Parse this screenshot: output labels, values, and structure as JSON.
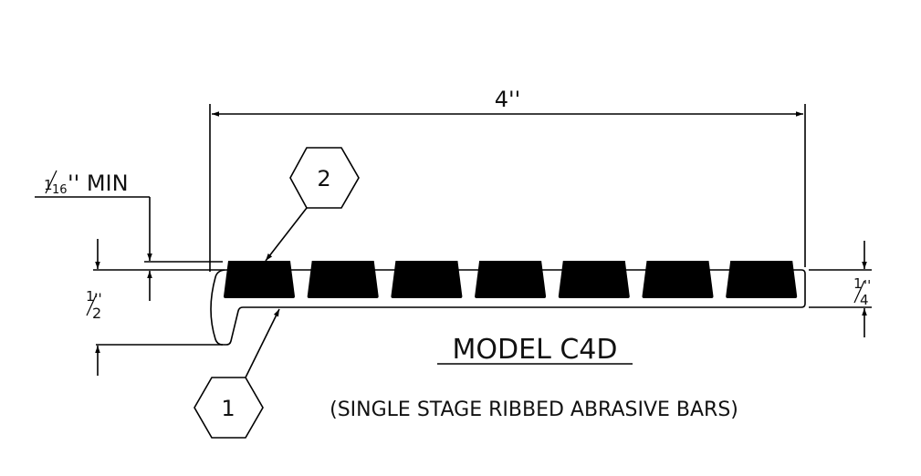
{
  "title": "MODEL C4D",
  "subtitle": "(SINGLE STAGE RIBBED ABRASIVE BARS)",
  "dimensions": {
    "overall_width": "4''",
    "min_projection_num": "1",
    "min_projection_den": "16",
    "min_projection_suffix": "'' MIN",
    "height_num": "1",
    "height_den": "2",
    "height_suffix": "''",
    "thickness_num": "1",
    "thickness_den": "4",
    "thickness_suffix": "''"
  },
  "balloons": [
    {
      "label": "1"
    },
    {
      "label": "2"
    }
  ],
  "bar_count": 7
}
